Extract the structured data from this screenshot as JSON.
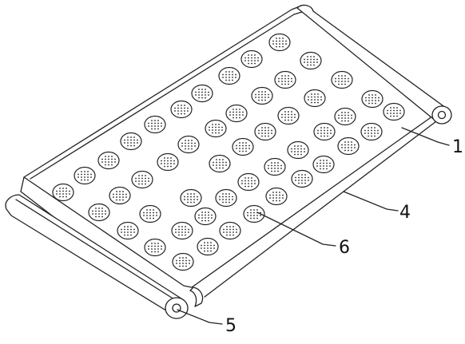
{
  "labels": {
    "part_1": "1",
    "part_4": "4",
    "part_5": "5",
    "part_6": "6"
  }
}
